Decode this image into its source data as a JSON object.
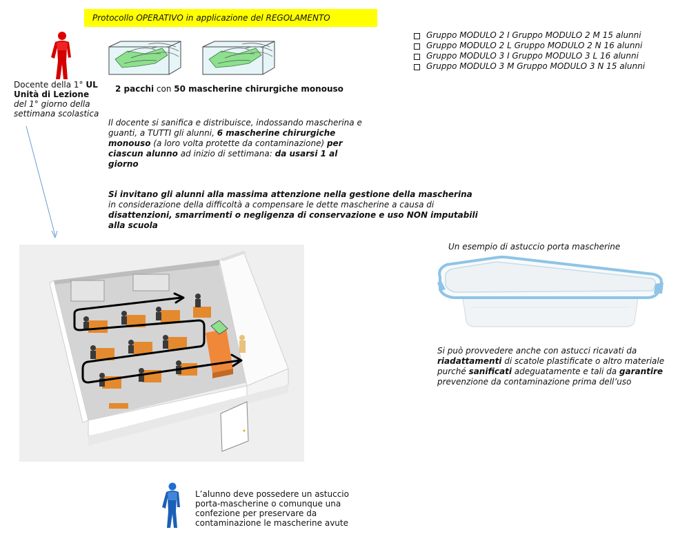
{
  "banner": {
    "title": "Protocollo OPERATIVO in applicazione del REGOLAMENTO"
  },
  "groups": [
    "Gruppo MODULO 2 I   Gruppo MODULO 2 M  15 alunni",
    "Gruppo MODULO 2 L   Gruppo MODULO 2 N  16 alunni",
    "Gruppo MODULO 3 I   Gruppo MODULO 3 L  16 alunni",
    "Gruppo MODULO 3 M   Gruppo MODULO 3 N 15 alunni"
  ],
  "teacher": {
    "line1": "Docente della 1° ",
    "line1_bold": "UL",
    "line2_bold": "Unità di Lezione",
    "line3": "del 1° giorno della settimana scolastica"
  },
  "packs": {
    "p1_bold": "2 pacchi",
    "p2": " con ",
    "p3_bold": "50 mascherine chirurgiche monouso"
  },
  "para1": {
    "t1": "Il docente si sanifica e distribuisce, indossando mascherina e guanti, a TUTTI gli alunni, ",
    "b1": "6 mascherine chirurgiche monouso",
    "t2": "  (a loro volta protette da contaminazione) ",
    "b2": "per ciascun alunno",
    "t3": " ad inizio di settimana: ",
    "b3": "da usarsi 1 al giorno"
  },
  "para2": {
    "b1": "Si invitano gli alunni alla massima attenzione nella gestione della mascherina",
    "t1": "in considerazione  della difficoltà  a compensare le dette mascherine a causa di",
    "b2": "disattenzioni, smarrimenti o negligenza di conservazione e uso NON imputabili alla scuola"
  },
  "box_caption": "Un esempio  di astuccio porta mascherine",
  "para3": {
    "t1": "Si può provvedere anche con astucci ricavati da ",
    "b1": "riadattamenti",
    "t2": " di scatole plastificate  o altro materiale purché ",
    "b2": "sanificati",
    "t3": " adeguatamente e tali da ",
    "b3": "garantire",
    "t4": " prevenzione da contaminazione prima dell’uso"
  },
  "student_text": "L’alunno deve possedere un astuccio porta-mascherine o comunque una confezione  per preservare da contaminazione  le mascherine avute",
  "colors": {
    "banner": "#ffff00",
    "teacher_figure": "#e00000",
    "student_figure": "#1f6fd1",
    "mask_green": "#8de08d",
    "arrow": "#6a9bd2",
    "box_rim": "#8ec4e6"
  },
  "icons": [
    "teacher-figure-icon",
    "mask-pack-icon",
    "classroom-illustration",
    "mask-case-icon",
    "student-figure-icon",
    "arrow-icon"
  ]
}
